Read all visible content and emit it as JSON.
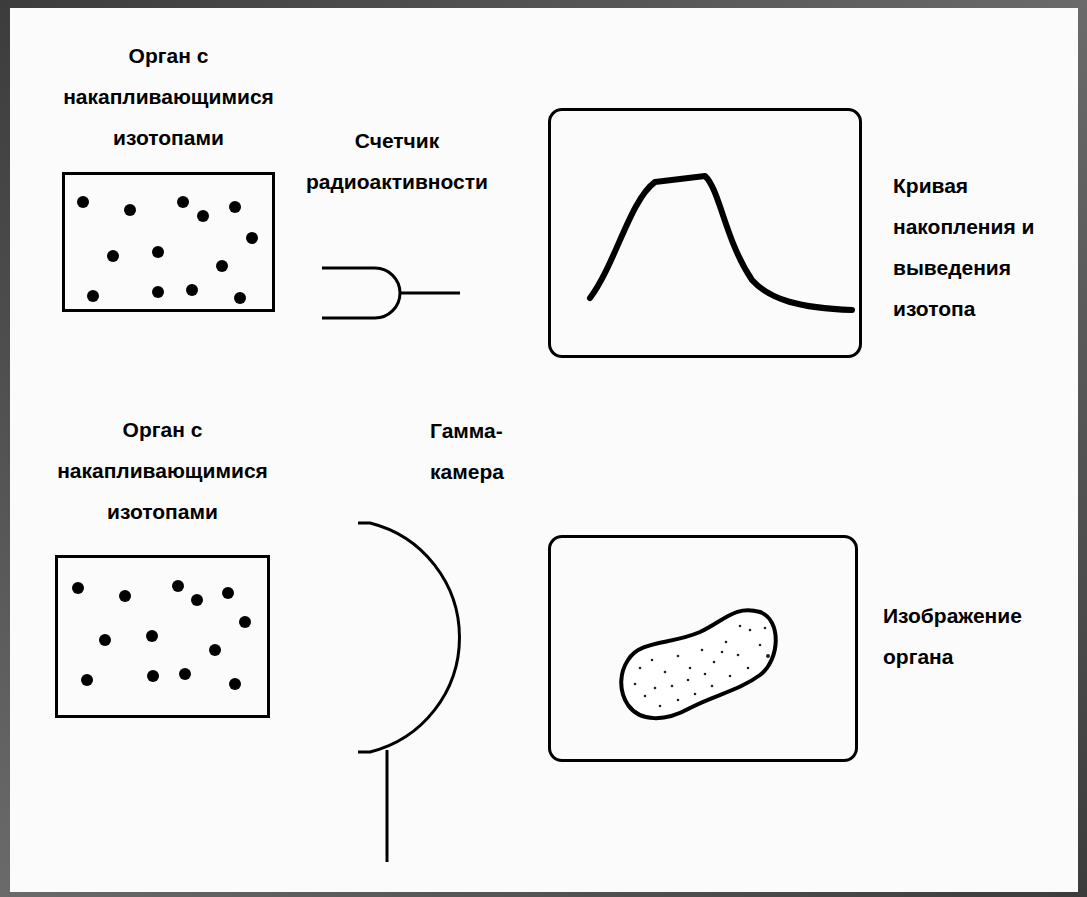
{
  "diagram": {
    "nodes": [
      {
        "text": [
          "Орган с накапливающимися изотопами"
        ]
      },
      {
        "text": [
          "Кривая накопления и выведения изотопа"
        ]
      },
      {
        "text": [
          "Орган с накапливающимися изотопами"
        ]
      },
      {
        "text": [
          "Изображение органа"
        ]
      }
    ],
    "labels": [
      "Счетчик радиоактивности",
      "Гамма- камера"
    ]
  }
}
